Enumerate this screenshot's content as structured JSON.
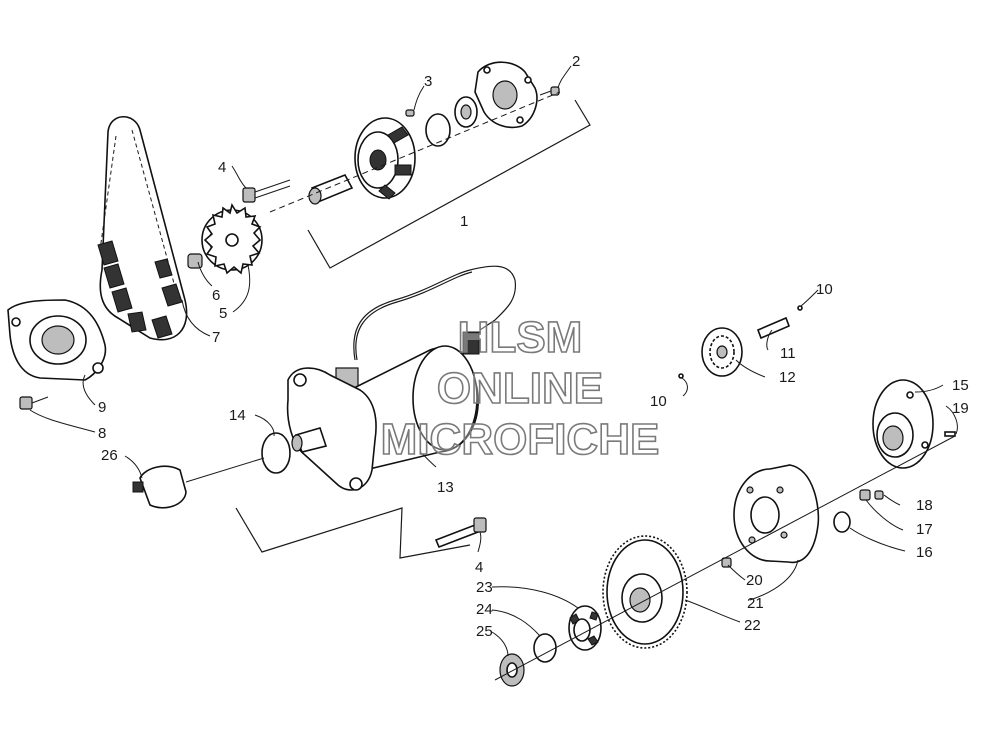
{
  "watermark": {
    "line1": "HLSM",
    "line2": "ONLINE",
    "line3": "MICROFICHE",
    "color": "#7a7a7a"
  },
  "labels": {
    "p1": "1",
    "p2": "2",
    "p3": "3",
    "p4a": "4",
    "p4b": "4",
    "p5": "5",
    "p6": "6",
    "p7": "7",
    "p8": "8",
    "p9": "9",
    "p10a": "10",
    "p10b": "10",
    "p11": "11",
    "p12": "12",
    "p13": "13",
    "p14": "14",
    "p15": "15",
    "p16": "16",
    "p17": "17",
    "p18": "18",
    "p19": "19",
    "p20": "20",
    "p21": "21",
    "p22": "22",
    "p23": "23",
    "p24": "24",
    "p25": "25",
    "p26": "26"
  }
}
